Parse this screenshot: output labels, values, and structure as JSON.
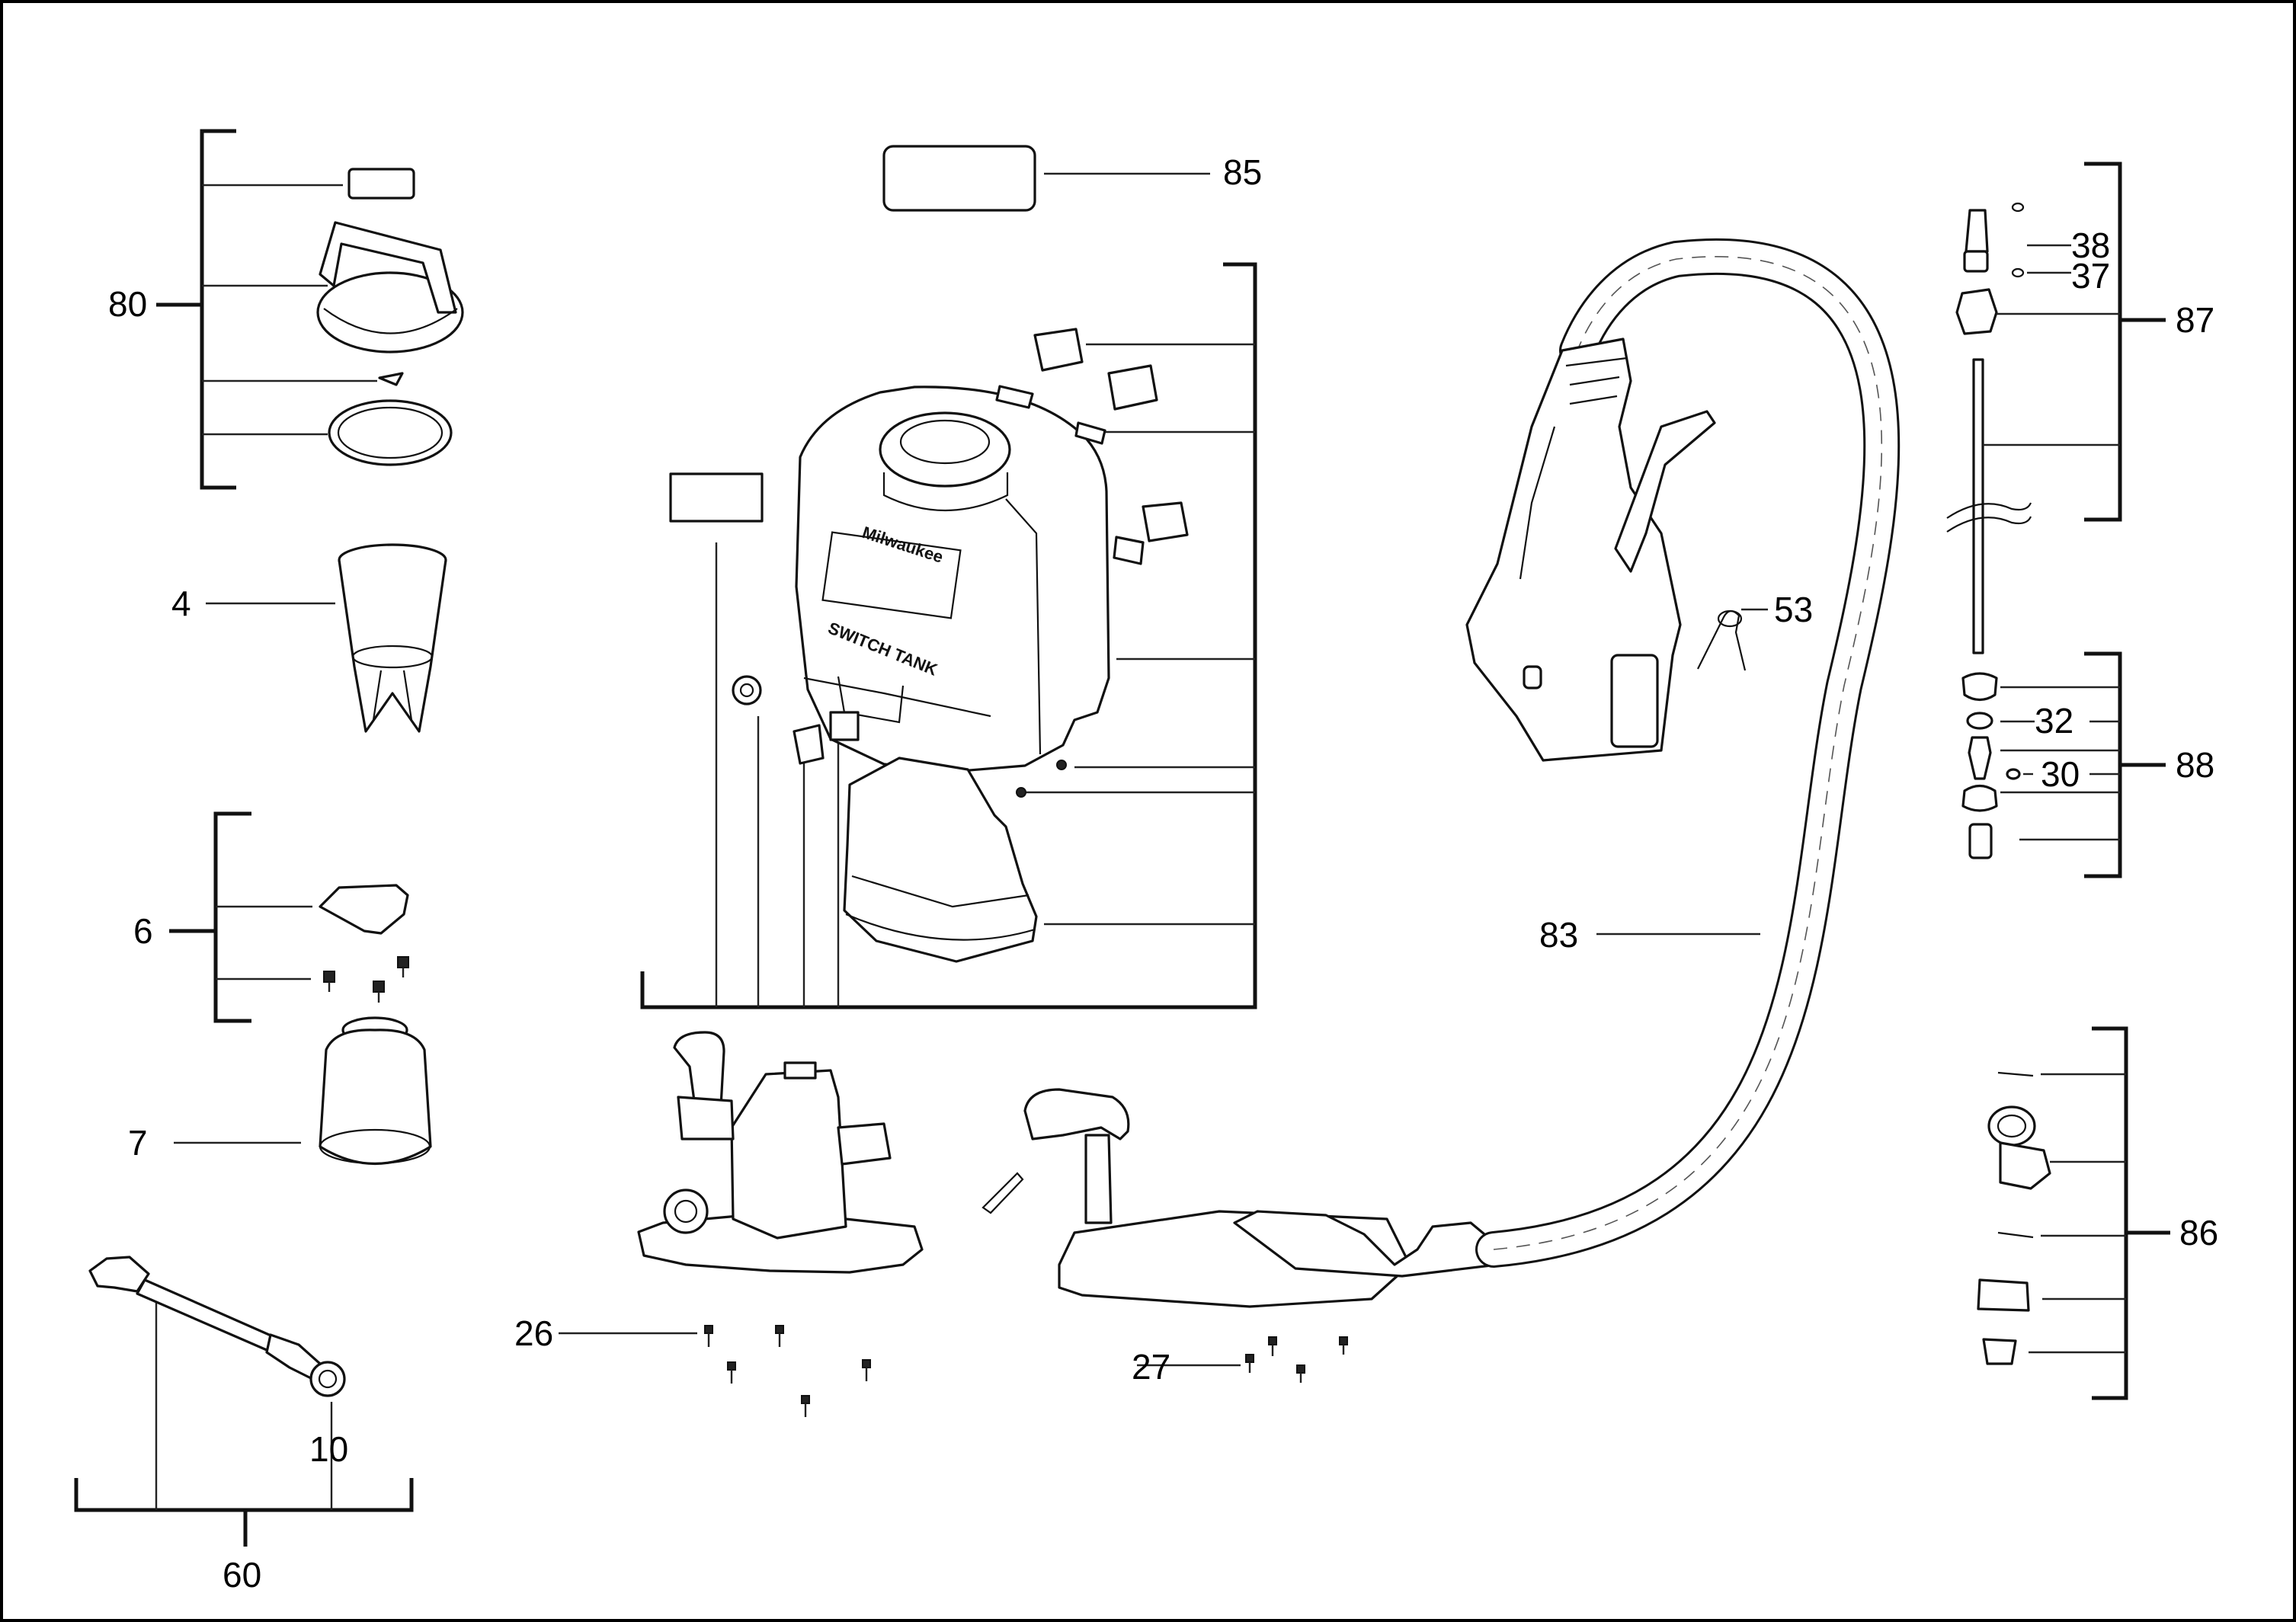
{
  "callouts": {
    "c4": "4",
    "c6": "6",
    "c7": "7",
    "c10": "10",
    "c26": "26",
    "c27": "27",
    "c30": "30",
    "c32": "32",
    "c37": "37",
    "c38": "38",
    "c53": "53",
    "c60": "60",
    "c80": "80",
    "c83": "83",
    "c85": "85",
    "c86": "86",
    "c87": "87",
    "c88": "88"
  },
  "tank_text": {
    "brand": "Milwaukee",
    "model": "SWITCH TANK"
  },
  "colors": {
    "line": "#111111",
    "background": "#ffffff"
  }
}
